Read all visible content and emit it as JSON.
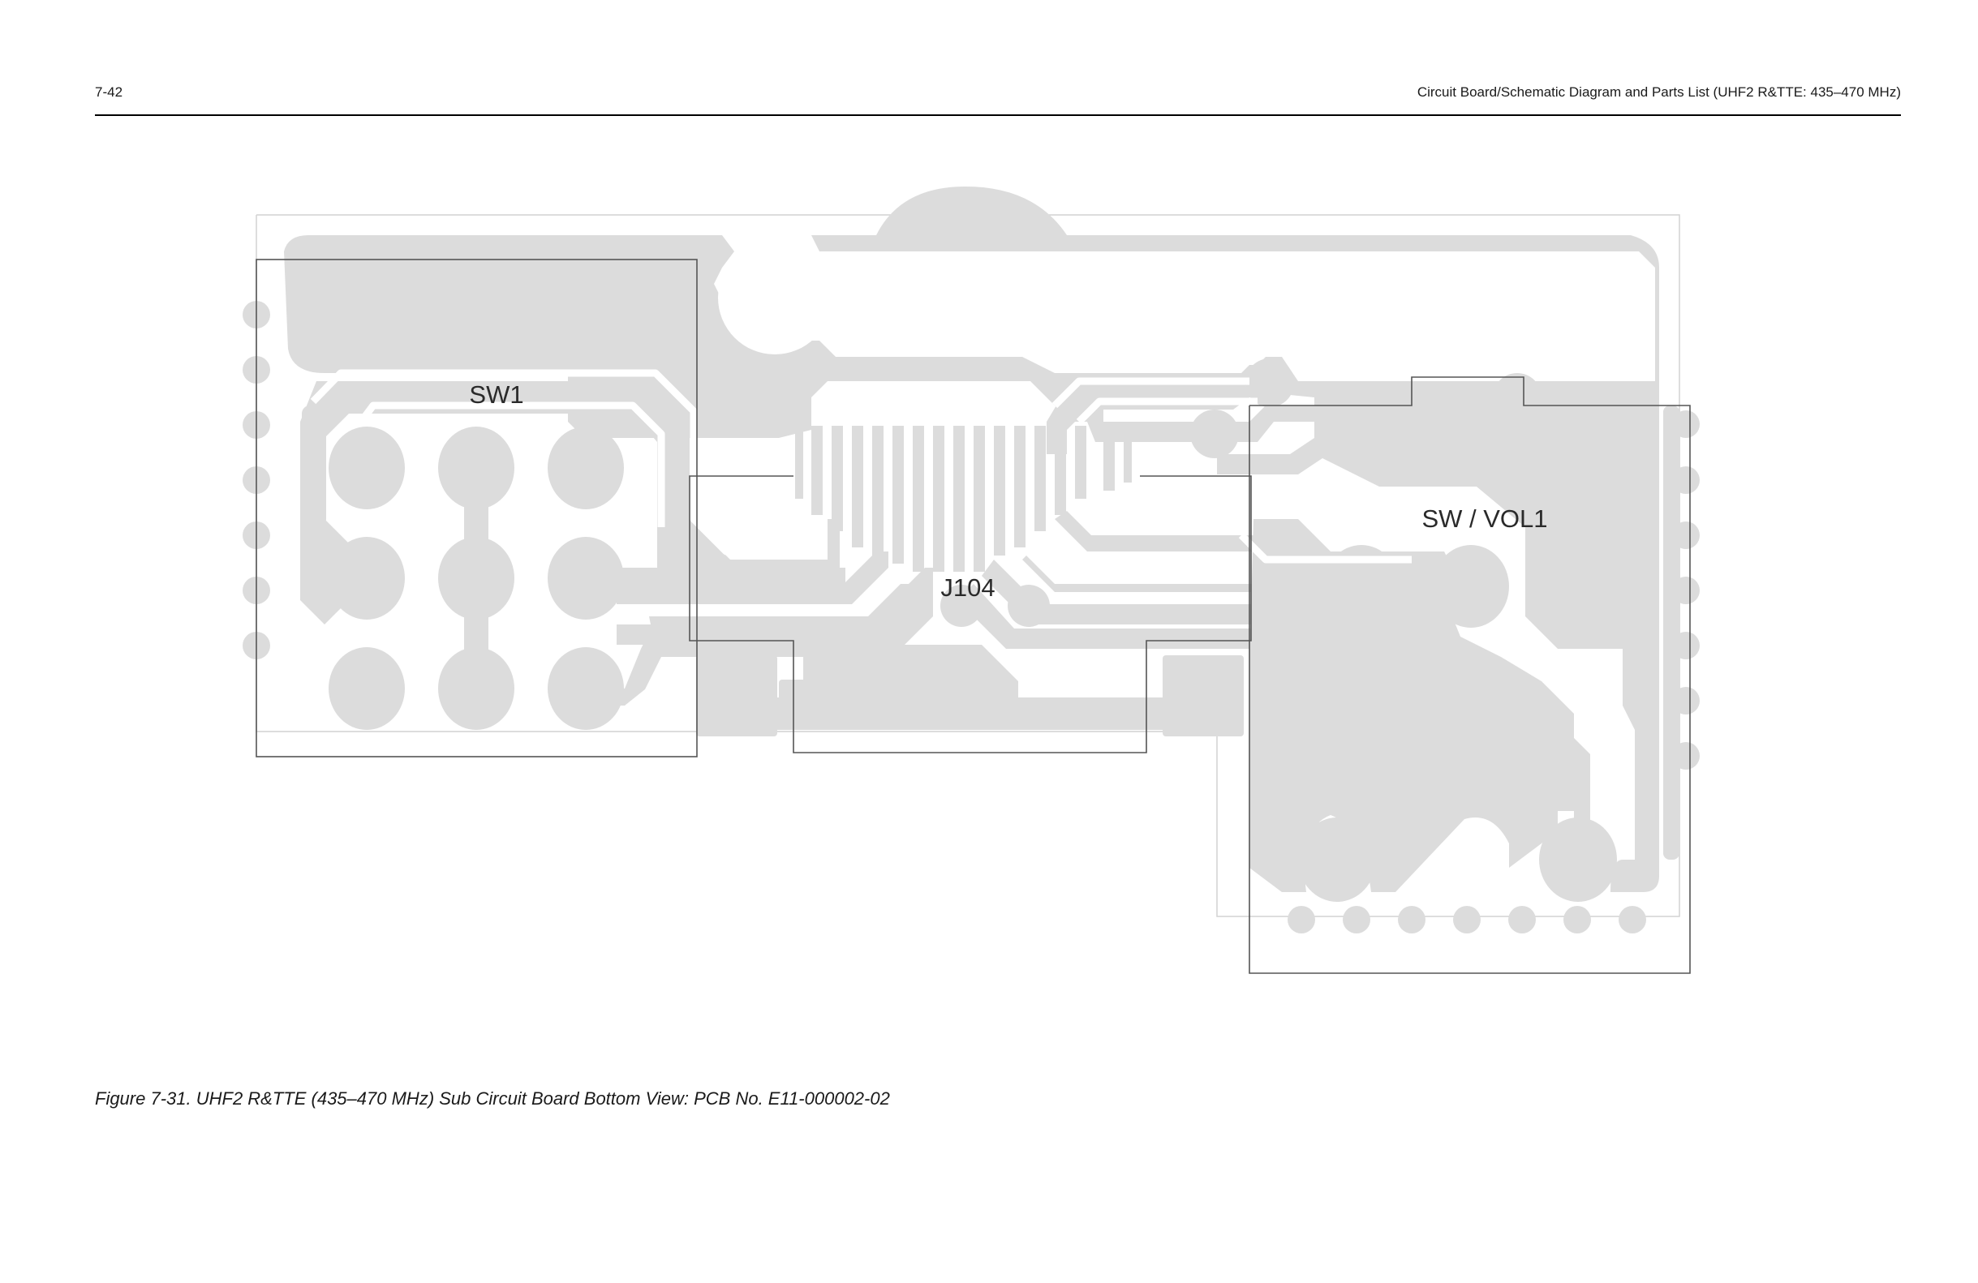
{
  "header": {
    "page_number": "7-42",
    "running_title": "Circuit Board/Schematic Diagram and Parts List (UHF2 R&TTE: 435–470 MHz)"
  },
  "diagram": {
    "ref_designators": {
      "sw1": "SW1",
      "j104": "J104",
      "sw_vol1": "SW / VOL1"
    },
    "copper_color": "#dcdcdc",
    "outline_color": "#555555"
  },
  "caption": "Figure 7-31. UHF2 R&TTE (435–470 MHz) Sub Circuit Board Bottom View: PCB No. E11-000002-02"
}
